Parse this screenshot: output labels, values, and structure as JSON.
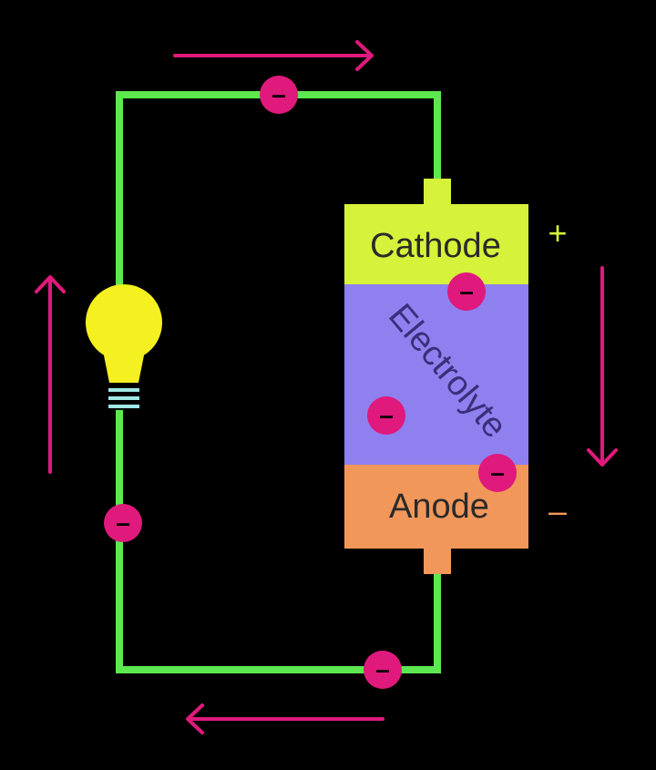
{
  "cell": {
    "cathode_label": "Cathode",
    "electrolyte_label": "Electrolyte",
    "anode_label": "Anode"
  },
  "terminals": {
    "positive": "+",
    "negative": "–"
  },
  "electron_symbol": "–",
  "colors": {
    "background": "#000000",
    "wire": "#5ee84f",
    "cathode": "#d6f23a",
    "electrolyte": "#8f80f0",
    "anode": "#f2975a",
    "electron": "#e0197c",
    "arrow": "#e0197c",
    "bulb": "#f5f020",
    "bulb_base": "#9fe8e4",
    "label_text": "#2a2a2a",
    "electrolyte_text": "#3b2e7a",
    "plus_sign": "#d6f23a",
    "minus_sign": "#f2975a"
  }
}
